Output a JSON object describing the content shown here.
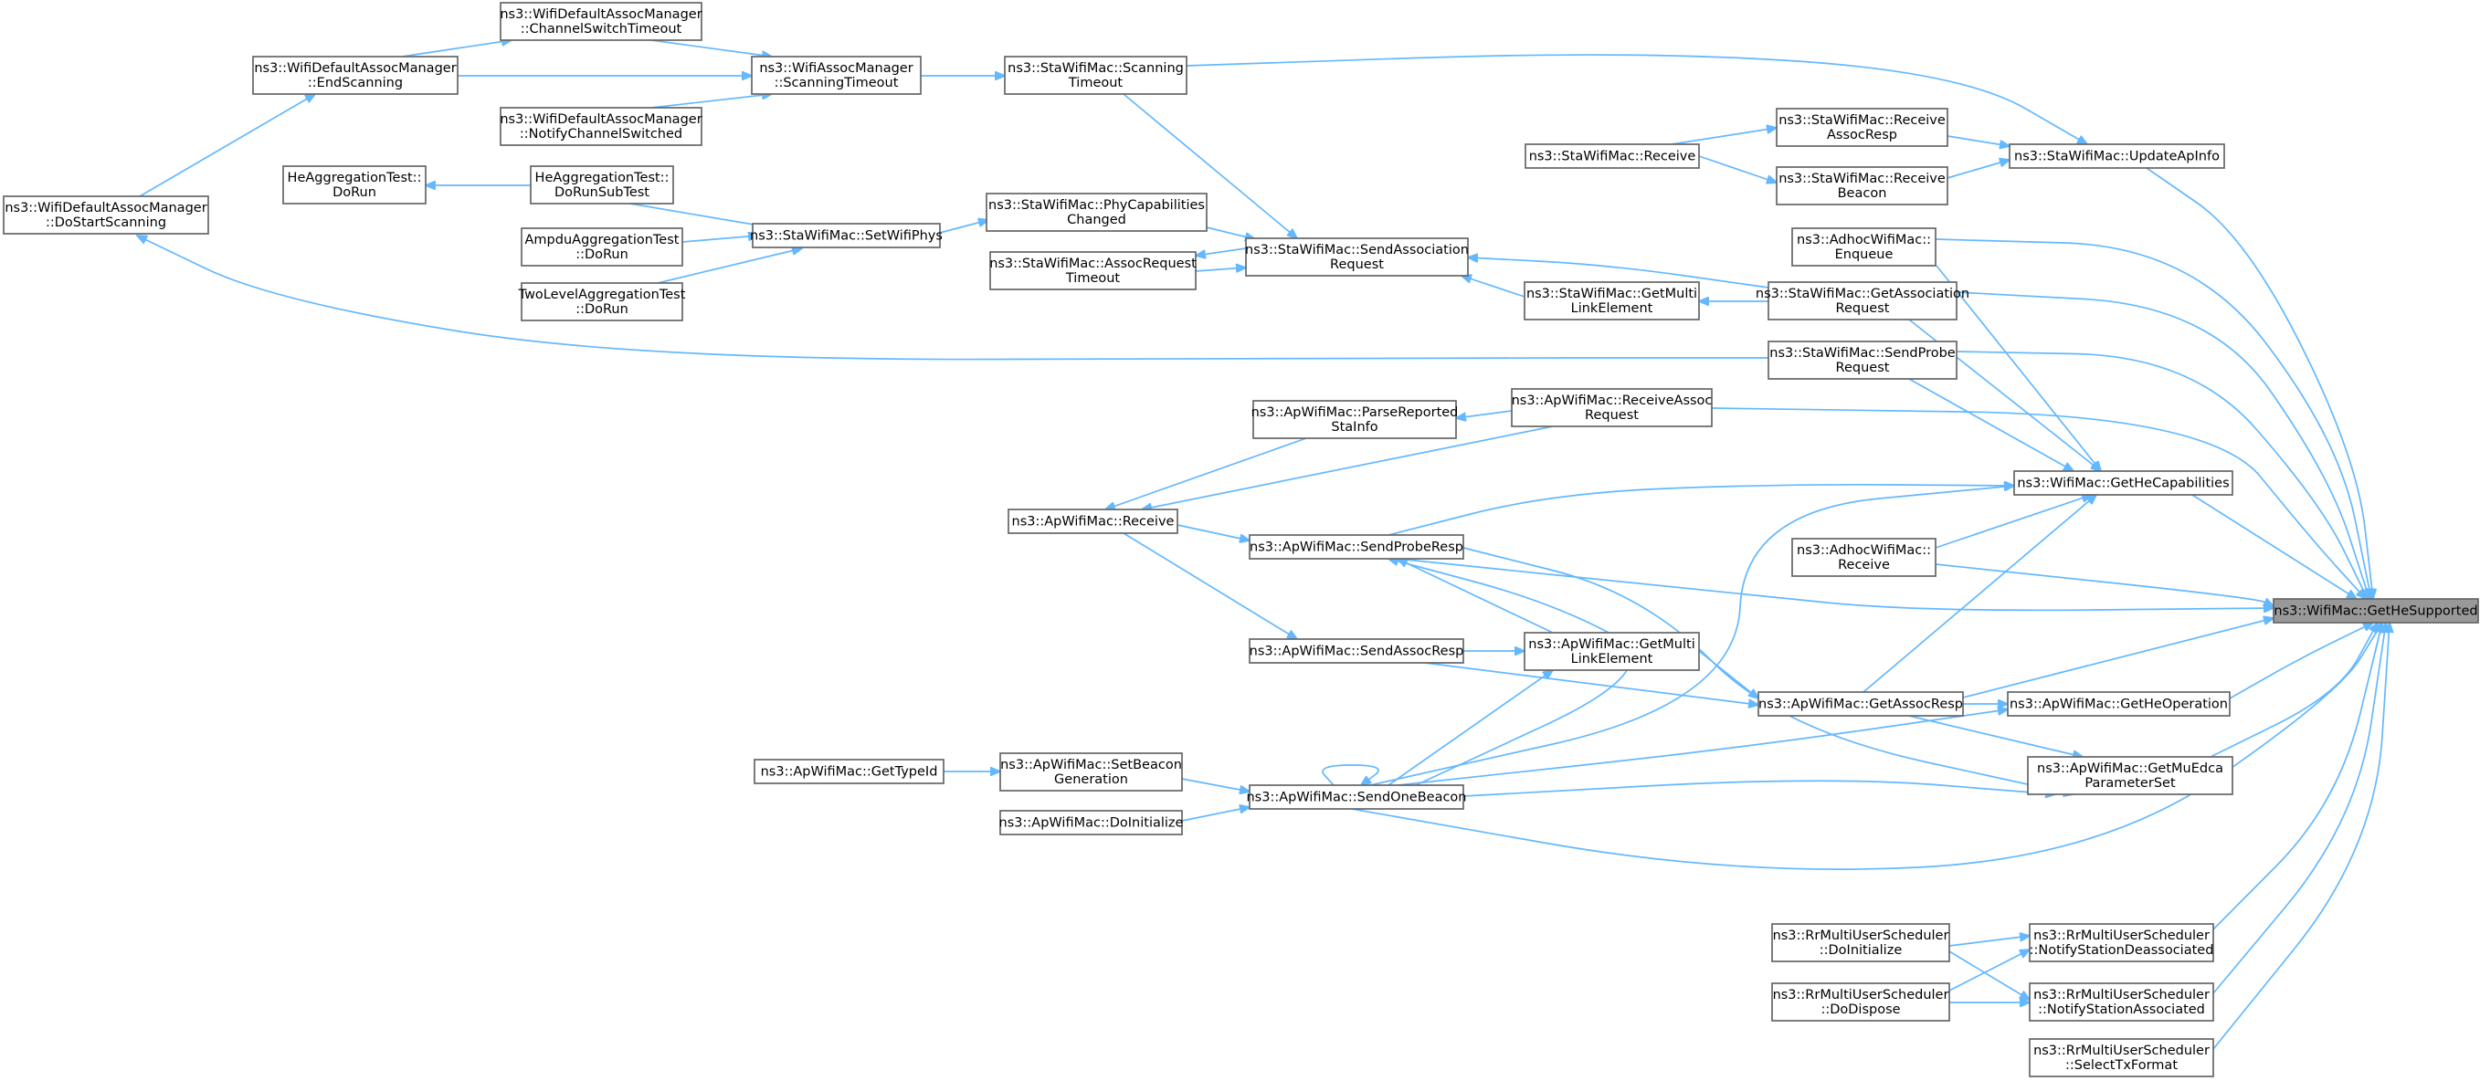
{
  "graph": {
    "nodes": [
      {
        "id": "root",
        "lines": [
          "ns3::WifiMac::GetHeSupported"
        ],
        "root": true
      },
      {
        "id": "dsc",
        "lines": [
          "ns3::WifiDefaultAssocManager",
          "::DoStartScanning"
        ]
      },
      {
        "id": "es",
        "lines": [
          "ns3::WifiDefaultAssocManager",
          "::EndScanning"
        ]
      },
      {
        "id": "cst",
        "lines": [
          "ns3::WifiDefaultAssocManager",
          "::ChannelSwitchTimeout"
        ]
      },
      {
        "id": "ncs",
        "lines": [
          "ns3::WifiDefaultAssocManager",
          "::NotifyChannelSwitched"
        ]
      },
      {
        "id": "st",
        "lines": [
          "ns3::WifiAssocManager",
          "::ScanningTimeout"
        ]
      },
      {
        "id": "ssct",
        "lines": [
          "ns3::StaWifiMac::Scanning",
          "Timeout"
        ]
      },
      {
        "id": "hdr",
        "lines": [
          "HeAggregationTest::",
          "DoRun"
        ]
      },
      {
        "id": "hdrst",
        "lines": [
          "HeAggregationTest::",
          "DoRunSubTest"
        ]
      },
      {
        "id": "aadr",
        "lines": [
          "AmpduAggregationTest",
          "::DoRun"
        ]
      },
      {
        "id": "tladr",
        "lines": [
          "TwoLevelAggregationTest",
          "::DoRun"
        ]
      },
      {
        "id": "sswp",
        "lines": [
          "ns3::StaWifiMac::SetWifiPhys"
        ]
      },
      {
        "id": "spcc",
        "lines": [
          "ns3::StaWifiMac::PhyCapabilities",
          "Changed"
        ]
      },
      {
        "id": "sart",
        "lines": [
          "ns3::StaWifiMac::AssocRequest",
          "Timeout"
        ]
      },
      {
        "id": "ssar",
        "lines": [
          "ns3::StaWifiMac::SendAssociation",
          "Request"
        ]
      },
      {
        "id": "sgml",
        "lines": [
          "ns3::StaWifiMac::GetMulti",
          "LinkElement"
        ]
      },
      {
        "id": "sr",
        "lines": [
          "ns3::StaWifiMac::Receive"
        ]
      },
      {
        "id": "srar",
        "lines": [
          "ns3::StaWifiMac::Receive",
          "AssocResp"
        ]
      },
      {
        "id": "srb",
        "lines": [
          "ns3::StaWifiMac::Receive",
          "Beacon"
        ]
      },
      {
        "id": "suai",
        "lines": [
          "ns3::StaWifiMac::UpdateApInfo"
        ]
      },
      {
        "id": "awe",
        "lines": [
          "ns3::AdhocWifiMac::",
          "Enqueue"
        ]
      },
      {
        "id": "sgar",
        "lines": [
          "ns3::StaWifiMac::GetAssociation",
          "Request"
        ]
      },
      {
        "id": "sspr",
        "lines": [
          "ns3::StaWifiMac::SendProbe",
          "Request"
        ]
      },
      {
        "id": "aprsi",
        "lines": [
          "ns3::ApWifiMac::ParseReported",
          "StaInfo"
        ]
      },
      {
        "id": "arar",
        "lines": [
          "ns3::ApWifiMac::ReceiveAssoc",
          "Request"
        ]
      },
      {
        "id": "ghc",
        "lines": [
          "ns3::WifiMac::GetHeCapabilities"
        ]
      },
      {
        "id": "ar",
        "lines": [
          "ns3::ApWifiMac::Receive"
        ]
      },
      {
        "id": "aspr",
        "lines": [
          "ns3::ApWifiMac::SendProbeResp"
        ]
      },
      {
        "id": "awr",
        "lines": [
          "ns3::AdhocWifiMac::",
          "Receive"
        ]
      },
      {
        "id": "asar",
        "lines": [
          "ns3::ApWifiMac::SendAssocResp"
        ]
      },
      {
        "id": "agml",
        "lines": [
          "ns3::ApWifiMac::GetMulti",
          "LinkElement"
        ]
      },
      {
        "id": "agar",
        "lines": [
          "ns3::ApWifiMac::GetAssocResp"
        ]
      },
      {
        "id": "agho",
        "lines": [
          "ns3::ApWifiMac::GetHeOperation"
        ]
      },
      {
        "id": "agti",
        "lines": [
          "ns3::ApWifiMac::GetTypeId"
        ]
      },
      {
        "id": "asbg",
        "lines": [
          "ns3::ApWifiMac::SetBeacon",
          "Generation"
        ]
      },
      {
        "id": "agmeps",
        "lines": [
          "ns3::ApWifiMac::GetMuEdca",
          "ParameterSet"
        ]
      },
      {
        "id": "ados",
        "lines": [
          "ns3::ApWifiMac::DoInitialize"
        ]
      },
      {
        "id": "asob",
        "lines": [
          "ns3::ApWifiMac::SendOneBeacon"
        ]
      },
      {
        "id": "rrdi",
        "lines": [
          "ns3::RrMultiUserScheduler",
          "::DoInitialize"
        ]
      },
      {
        "id": "rrnsd",
        "lines": [
          "ns3::RrMultiUserScheduler",
          "::NotifyStationDeassociated"
        ]
      },
      {
        "id": "rrdd",
        "lines": [
          "ns3::RrMultiUserScheduler",
          "::DoDispose"
        ]
      },
      {
        "id": "rrnsa",
        "lines": [
          "ns3::RrMultiUserScheduler",
          "::NotifyStationAssociated"
        ]
      },
      {
        "id": "rrstf",
        "lines": [
          "ns3::RrMultiUserScheduler",
          "::SelectTxFormat"
        ]
      }
    ]
  }
}
